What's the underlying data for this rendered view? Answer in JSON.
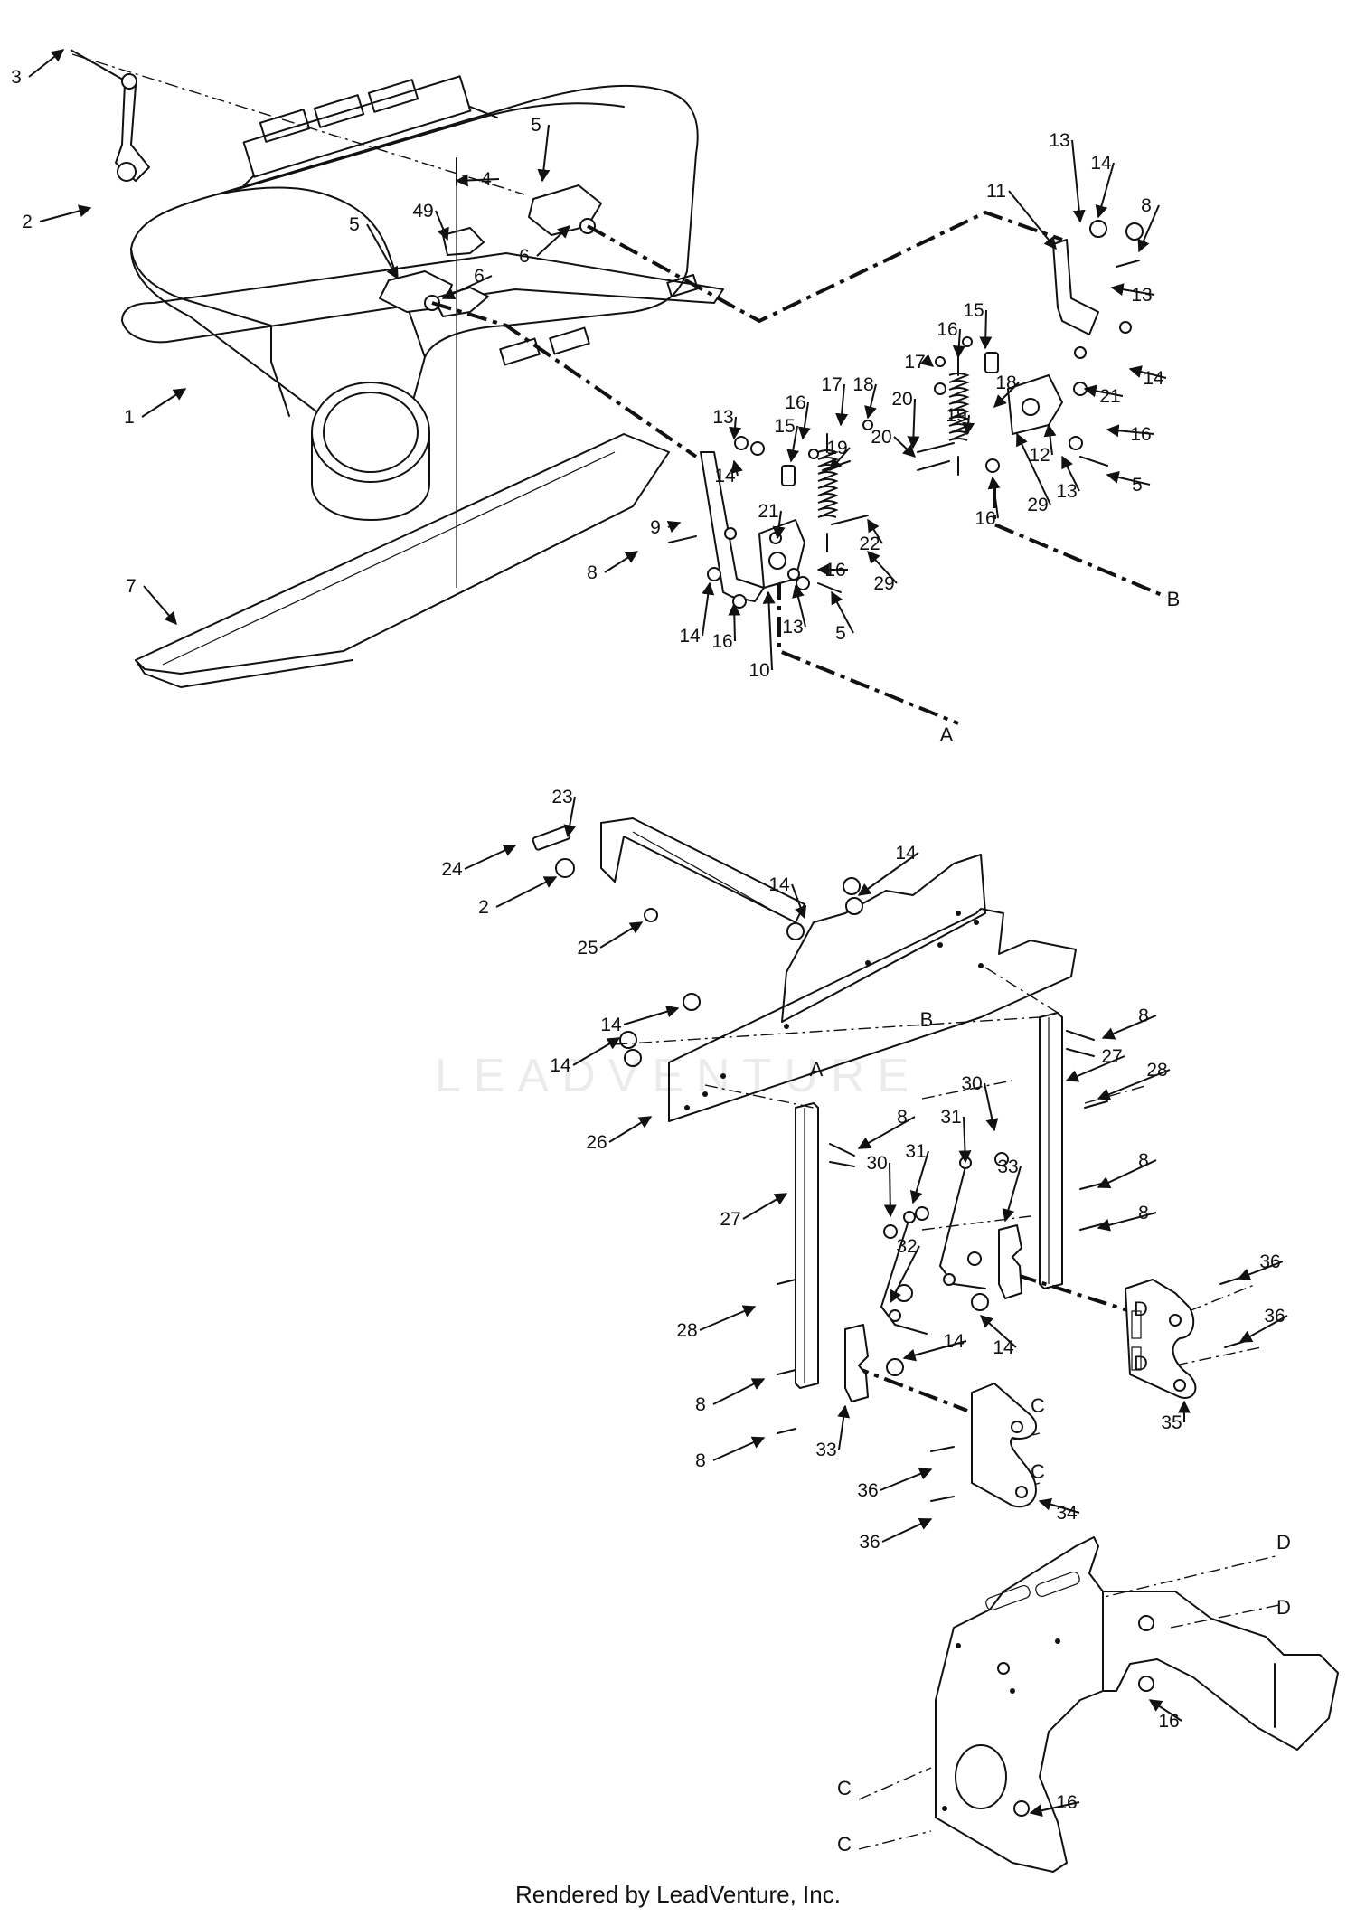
{
  "footer": "Rendered by LeadVenture, Inc.",
  "watermark": "LEADVENTURE",
  "callouts": [
    {
      "id": "c1",
      "label": "3"
    },
    {
      "id": "c2",
      "label": "2"
    },
    {
      "id": "c3",
      "label": "4"
    },
    {
      "id": "c4",
      "label": "5"
    },
    {
      "id": "c5",
      "label": "49"
    },
    {
      "id": "c6",
      "label": "5"
    },
    {
      "id": "c7",
      "label": "6"
    },
    {
      "id": "c8",
      "label": "6"
    },
    {
      "id": "c9",
      "label": "1"
    },
    {
      "id": "c10",
      "label": "7"
    },
    {
      "id": "c11",
      "label": "13"
    },
    {
      "id": "c12",
      "label": "14"
    },
    {
      "id": "c13",
      "label": "11"
    },
    {
      "id": "c14",
      "label": "8"
    },
    {
      "id": "c15",
      "label": "13"
    },
    {
      "id": "c16",
      "label": "16"
    },
    {
      "id": "c17",
      "label": "15"
    },
    {
      "id": "c18",
      "label": "17"
    },
    {
      "id": "c19",
      "label": "18"
    },
    {
      "id": "c20",
      "label": "19"
    },
    {
      "id": "c21",
      "label": "20"
    },
    {
      "id": "c22",
      "label": "21"
    },
    {
      "id": "c23",
      "label": "14"
    },
    {
      "id": "c24",
      "label": "16"
    },
    {
      "id": "c25",
      "label": "12"
    },
    {
      "id": "c26",
      "label": "20"
    },
    {
      "id": "c27",
      "label": "13"
    },
    {
      "id": "c28",
      "label": "5"
    },
    {
      "id": "c29",
      "label": "29"
    },
    {
      "id": "c30",
      "label": "16"
    },
    {
      "id": "c31",
      "label": "13"
    },
    {
      "id": "c32",
      "label": "16"
    },
    {
      "id": "c33",
      "label": "15"
    },
    {
      "id": "c34",
      "label": "17"
    },
    {
      "id": "c35",
      "label": "18"
    },
    {
      "id": "c36",
      "label": "14"
    },
    {
      "id": "c37",
      "label": "19"
    },
    {
      "id": "c38",
      "label": "21"
    },
    {
      "id": "c39",
      "label": "22"
    },
    {
      "id": "c40",
      "label": "8"
    },
    {
      "id": "c41",
      "label": "9"
    },
    {
      "id": "c42",
      "label": "16"
    },
    {
      "id": "c43",
      "label": "29"
    },
    {
      "id": "c44",
      "label": "13"
    },
    {
      "id": "c45",
      "label": "5"
    },
    {
      "id": "c46",
      "label": "14"
    },
    {
      "id": "c47",
      "label": "16"
    },
    {
      "id": "c48",
      "label": "10"
    },
    {
      "id": "c49",
      "label": "23"
    },
    {
      "id": "c50",
      "label": "24"
    },
    {
      "id": "c51",
      "label": "2"
    },
    {
      "id": "c52",
      "label": "25"
    },
    {
      "id": "c53",
      "label": "14"
    },
    {
      "id": "c54",
      "label": "14"
    },
    {
      "id": "c55",
      "label": "14"
    },
    {
      "id": "c56",
      "label": "14"
    },
    {
      "id": "c57",
      "label": "8"
    },
    {
      "id": "c58",
      "label": "27"
    },
    {
      "id": "c59",
      "label": "28"
    },
    {
      "id": "c60",
      "label": "26"
    },
    {
      "id": "c61",
      "label": "30"
    },
    {
      "id": "c62",
      "label": "31"
    },
    {
      "id": "c63",
      "label": "8"
    },
    {
      "id": "c64",
      "label": "8"
    },
    {
      "id": "c65",
      "label": "8"
    },
    {
      "id": "c66",
      "label": "27"
    },
    {
      "id": "c67",
      "label": "30"
    },
    {
      "id": "c68",
      "label": "31"
    },
    {
      "id": "c69",
      "label": "33"
    },
    {
      "id": "c70",
      "label": "32"
    },
    {
      "id": "c71",
      "label": "36"
    },
    {
      "id": "c72",
      "label": "36"
    },
    {
      "id": "c73",
      "label": "28"
    },
    {
      "id": "c74",
      "label": "14"
    },
    {
      "id": "c75",
      "label": "14"
    },
    {
      "id": "c76",
      "label": "8"
    },
    {
      "id": "c77",
      "label": "8"
    },
    {
      "id": "c78",
      "label": "33"
    },
    {
      "id": "c79",
      "label": "35"
    },
    {
      "id": "c80",
      "label": "36"
    },
    {
      "id": "c81",
      "label": "34"
    },
    {
      "id": "c82",
      "label": "36"
    },
    {
      "id": "c83",
      "label": "16"
    },
    {
      "id": "c84",
      "label": "16"
    }
  ],
  "refs": [
    {
      "id": "r1",
      "label": "A"
    },
    {
      "id": "r2",
      "label": "B"
    },
    {
      "id": "r3",
      "label": "B"
    },
    {
      "id": "r4",
      "label": "A"
    },
    {
      "id": "r5",
      "label": "D"
    },
    {
      "id": "r6",
      "label": "D"
    },
    {
      "id": "r7",
      "label": "C"
    },
    {
      "id": "r8",
      "label": "C"
    },
    {
      "id": "r9",
      "label": "D"
    },
    {
      "id": "r10",
      "label": "D"
    },
    {
      "id": "r11",
      "label": "C"
    },
    {
      "id": "r12",
      "label": "C"
    }
  ]
}
